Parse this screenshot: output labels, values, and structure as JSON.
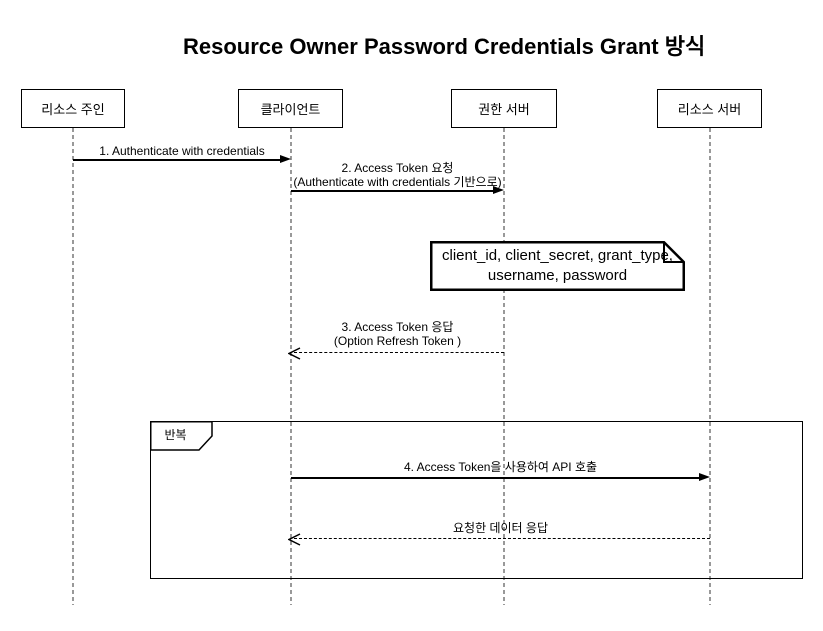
{
  "title": "Resource Owner Password Credentials Grant 방식",
  "actors": [
    {
      "label": "리소스 주인"
    },
    {
      "label": "클라이언트"
    },
    {
      "label": "권한 서버"
    },
    {
      "label": "리소스 서버"
    }
  ],
  "messages": [
    {
      "label": "1. Authenticate with credentials",
      "from": "리소스 주인",
      "to": "클라이언트",
      "style": "solid"
    },
    {
      "label": "2. Access Token 요청",
      "label2": "(Authenticate with credentials 기반으로)",
      "from": "클라이언트",
      "to": "권한 서버",
      "style": "solid"
    },
    {
      "label": "3. Access Token 응답",
      "label2": "(Option Refresh Token )",
      "from": "권한 서버",
      "to": "클라이언트",
      "style": "dashed"
    },
    {
      "label": "4. Access Token을 사용하여 API 호출",
      "from": "클라이언트",
      "to": "리소스 서버",
      "style": "solid"
    },
    {
      "label": "요청한 데이터 응답",
      "from": "리소스 서버",
      "to": "클라이언트",
      "style": "dashed"
    }
  ],
  "note": {
    "line1": "client_id, client_secret, grant_type,",
    "line2": "username, password"
  },
  "loop": {
    "label": "반복"
  },
  "colors": {
    "line": "#000000",
    "lifeline": "#999999",
    "background": "#ffffff",
    "text": "#000000"
  }
}
